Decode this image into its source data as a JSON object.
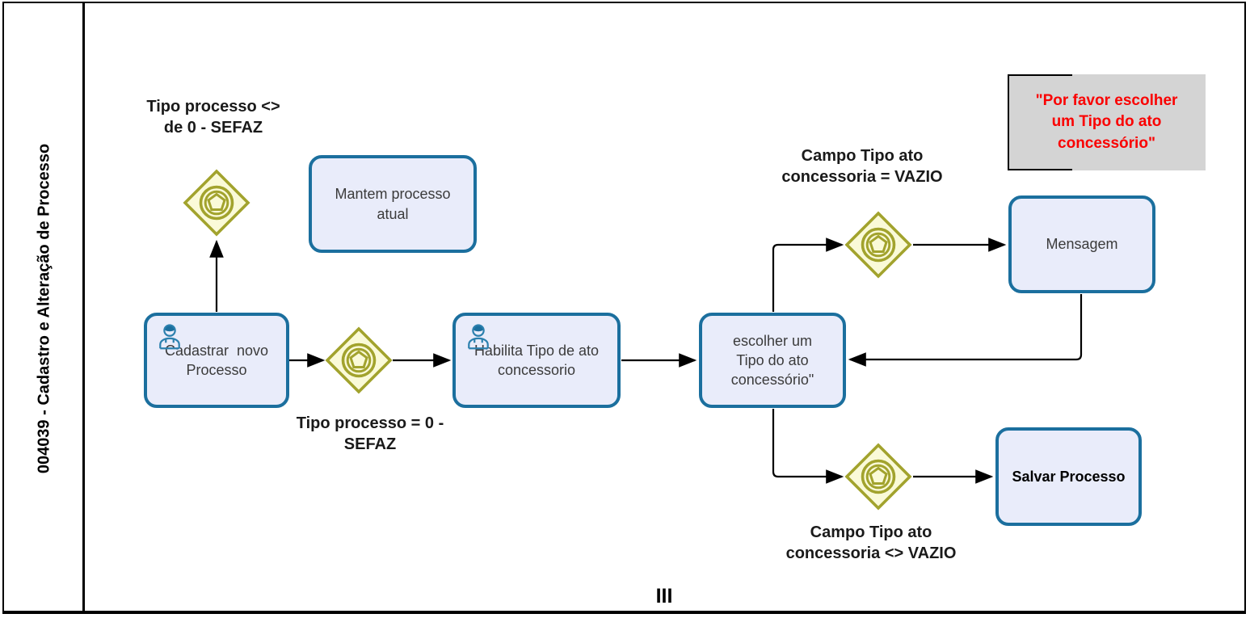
{
  "lane": {
    "title": "004039 - Cadastro e Alteração de Processo"
  },
  "marker": "III",
  "tasks": {
    "mantem": "Mantem processo\natual",
    "cadastrar": "Cadastrar  novo\nProcesso",
    "habilita": "Habilita Tipo de ato\nconcessorio",
    "escolher": "escolher um\nTipo do ato\nconcessório\"",
    "mensagem": "Mensagem",
    "salvar": "Salvar Processo"
  },
  "gateway_labels": {
    "g1": "Tipo processo <>\nde 0 - SEFAZ",
    "g2": "Tipo processo  = 0 -\nSEFAZ",
    "g3": "Campo Tipo ato\nconcessoria = VAZIO",
    "g4": "Campo Tipo ato\nconcessoria <> VAZIO"
  },
  "annotation": {
    "text": "\"Por favor escolher\num Tipo do ato\nconcessório\""
  },
  "colors": {
    "task_border": "#1B6F9E",
    "task_fill": "#E9ECFA",
    "gateway_border": "#A2A32D",
    "gateway_fill": "#FAFAD8",
    "annotation_fill": "#D4D4D4",
    "annotation_text": "#FA0000",
    "line": "#000000"
  }
}
